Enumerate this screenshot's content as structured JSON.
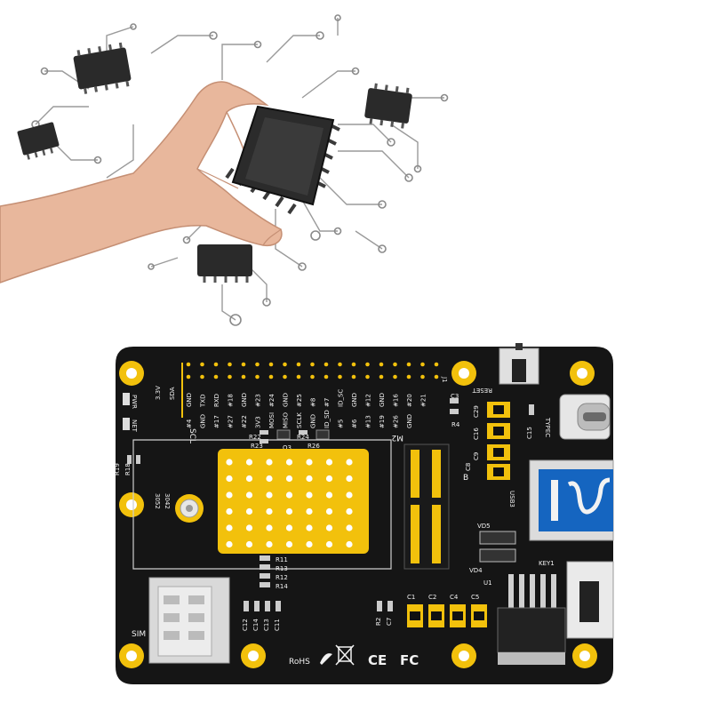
{
  "colors": {
    "board": "#151515",
    "gold": "#f2c10c",
    "silkscreen": "#f2f2f2",
    "usb_blue": "#1565c0",
    "chip": "#2a2a2a",
    "skin": "#e8b79c",
    "trace": "#9a9a9a"
  },
  "board": {
    "header_left_labels": [
      "3.3V",
      "SDA",
      "SCL"
    ],
    "header_top_labels": [
      "GND",
      "TXD",
      "RXD",
      "#18",
      "GND",
      "#23",
      "#24",
      "GND",
      "#25",
      "#8",
      "#7",
      "ID_SC",
      "GND",
      "#12",
      "GND",
      "#16",
      "#20",
      "#21"
    ],
    "header_bottom_labels": [
      "#4",
      "GND",
      "#17",
      "#27",
      "#22",
      "3V3",
      "MOSI",
      "MISO",
      "SCLK",
      "GND",
      "ID_SD",
      "#5",
      "#6",
      "#13",
      "#19",
      "#26",
      "GND"
    ],
    "labels": {
      "pwr": "PWR",
      "net": "NET",
      "r22": "R22",
      "r23": "R23",
      "q3": "Q3",
      "r24": "R24",
      "r26": "R26",
      "j1": "J1",
      "m2": "M2",
      "r19": "R19",
      "r18": "R18",
      "size": "3052",
      "size2": "3042",
      "r11": "R11",
      "r13": "R13",
      "r12": "R12",
      "r14": "R14",
      "sim": "SIM",
      "c12": "C12",
      "c14": "C14",
      "c13": "C13",
      "c11": "C11",
      "reset": "RESET",
      "c3": "C3",
      "r4": "R4",
      "c29": "C29",
      "c16": "C16",
      "c9": "C9",
      "c8": "C8",
      "b": "B",
      "c15": "C15",
      "typec": "TYPEC",
      "usb3": "USB3",
      "vd5": "VD5",
      "vd4": "VD4",
      "key1": "KEY1",
      "u1": "U1",
      "c1": "C1",
      "c2": "C2",
      "c4": "C4",
      "c5": "C5",
      "r2": "R2",
      "c7": "C7",
      "rohs": "RoHS",
      "ce": "CE",
      "fc": "FC"
    }
  },
  "icons": {
    "weee": "crossed-bin-icon",
    "rohs": "rohs-leaf-icon"
  }
}
